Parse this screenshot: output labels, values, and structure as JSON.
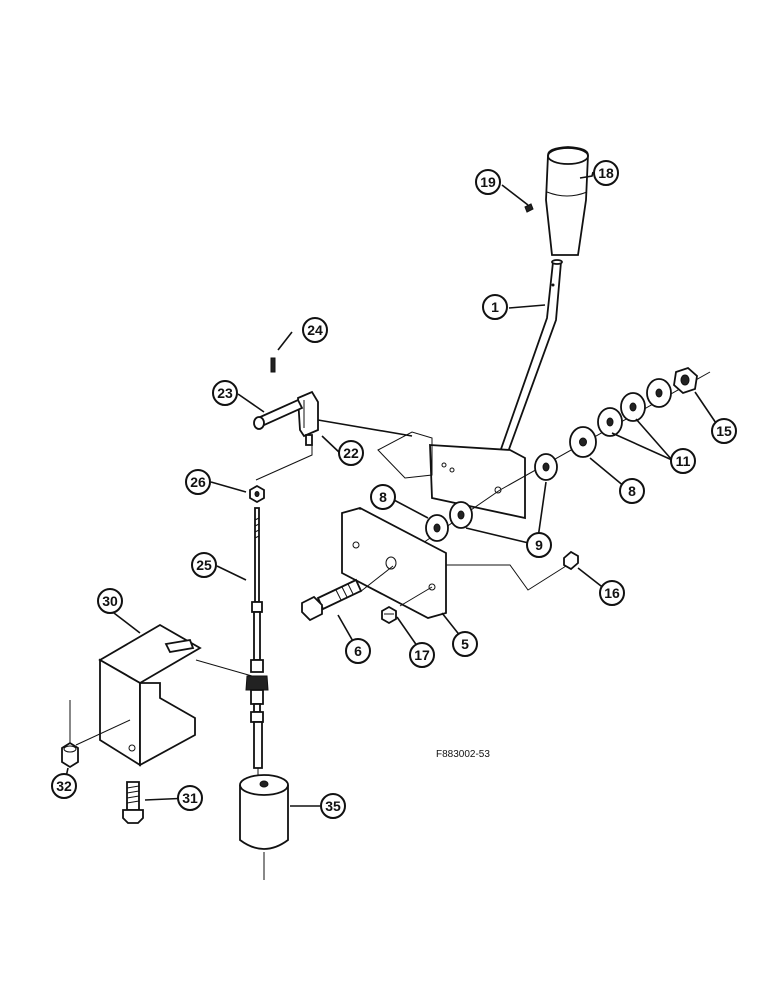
{
  "figure_id": "F883002-53",
  "callouts": [
    {
      "id": "c1",
      "label": "1"
    },
    {
      "id": "c5",
      "label": "5"
    },
    {
      "id": "c6",
      "label": "6"
    },
    {
      "id": "c8a",
      "label": "8"
    },
    {
      "id": "c8b",
      "label": "8"
    },
    {
      "id": "c9",
      "label": "9"
    },
    {
      "id": "c11",
      "label": "11"
    },
    {
      "id": "c15",
      "label": "15"
    },
    {
      "id": "c16",
      "label": "16"
    },
    {
      "id": "c17",
      "label": "17"
    },
    {
      "id": "c18",
      "label": "18"
    },
    {
      "id": "c19",
      "label": "19"
    },
    {
      "id": "c22",
      "label": "22"
    },
    {
      "id": "c23",
      "label": "23"
    },
    {
      "id": "c24",
      "label": "24"
    },
    {
      "id": "c25",
      "label": "25"
    },
    {
      "id": "c26",
      "label": "26"
    },
    {
      "id": "c30",
      "label": "30"
    },
    {
      "id": "c31",
      "label": "31"
    },
    {
      "id": "c32",
      "label": "32"
    },
    {
      "id": "c35",
      "label": "35"
    }
  ]
}
